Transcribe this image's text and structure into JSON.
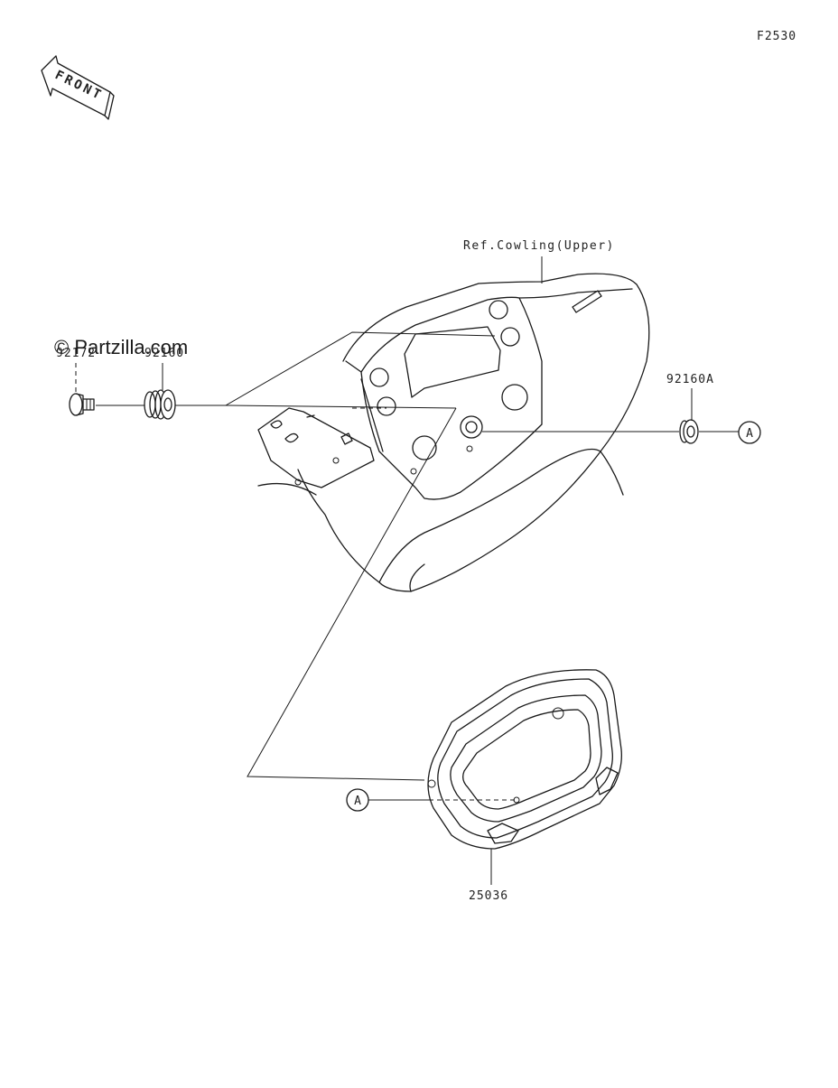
{
  "diagram": {
    "figure_code": "F2530",
    "front_label": "FRONT",
    "watermark": "© Partzilla.com",
    "reference_label": "Ref.Cowling(Upper)",
    "parts": [
      {
        "number": "92172"
      },
      {
        "number": "92160"
      },
      {
        "number": "92160A"
      },
      {
        "number": "25036"
      }
    ],
    "connectors": [
      {
        "letter": "A"
      },
      {
        "letter": "A"
      }
    ]
  }
}
